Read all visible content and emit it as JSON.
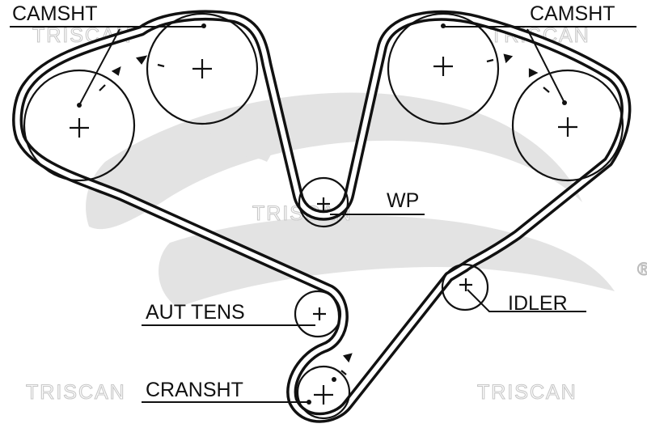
{
  "labels": {
    "camshaft_left": "CAMSHT",
    "camshaft_right": "CAMSHT",
    "water_pump": "WP",
    "idler": "IDLER",
    "auto_tensioner": "AUT TENS",
    "crankshaft": "CRANSHT"
  },
  "watermarks": {
    "triscan_top_left": "TRISCAN",
    "triscan_top_right": "TRISCAN",
    "triscan_center": "TRISCAN",
    "triscan_bottom_left": "TRISCAN",
    "triscan_bottom_right": "TRISCAN",
    "registered_mark": "®"
  },
  "colors": {
    "ink": "#111111",
    "logo_watermark": "#e3e3e3",
    "text_watermark": "#c8c8c8"
  }
}
